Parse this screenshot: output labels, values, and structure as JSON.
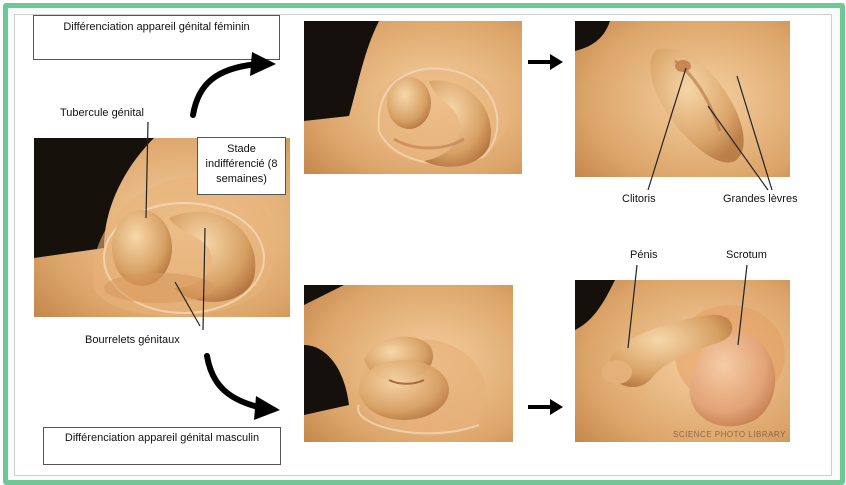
{
  "boxes": {
    "female_diff": "Différenciation appareil génital féminin",
    "male_diff": "Différenciation appareil génital masculin",
    "stage": "Stade indifférencié (8 semaines)"
  },
  "labels": {
    "tubercule": "Tubercule génital",
    "bourrelets": "Bourrelets génitaux",
    "clitoris": "Clitoris",
    "grandes_levres": "Grandes lèvres",
    "penis": "Pénis",
    "scrotum": "Scrotum"
  },
  "credit": "SCIENCE PHOTO LIBRARY",
  "colors": {
    "frame": "#6cc995",
    "skin_light": "#f3c897",
    "skin_mid": "#d79a5e",
    "skin_dark": "#a5652e",
    "shadow": "#1a1410"
  }
}
